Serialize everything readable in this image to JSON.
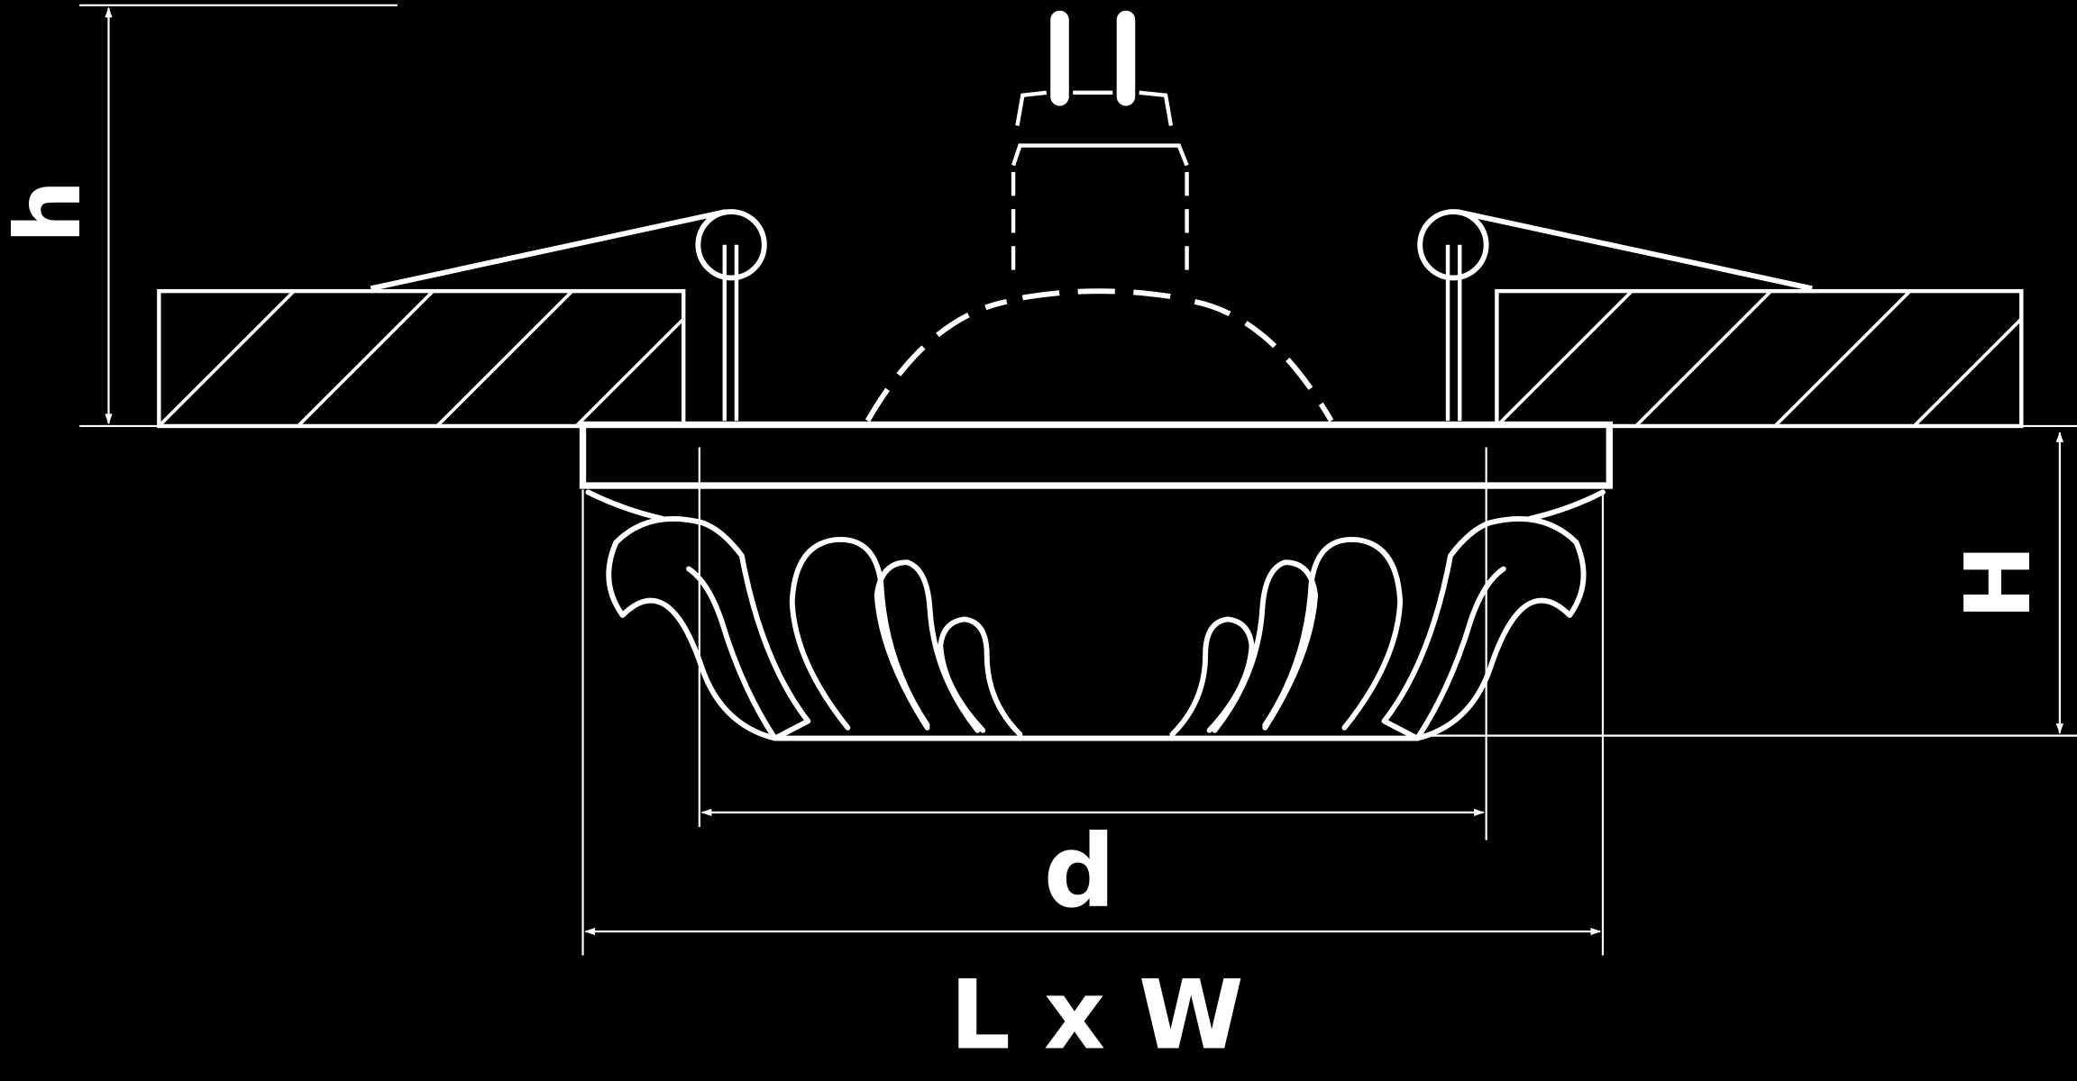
{
  "labels": {
    "h": "h",
    "H": "H",
    "d": "d",
    "lxw": "L x W"
  },
  "colors": {
    "background": "#000000",
    "stroke": "#ffffff"
  }
}
